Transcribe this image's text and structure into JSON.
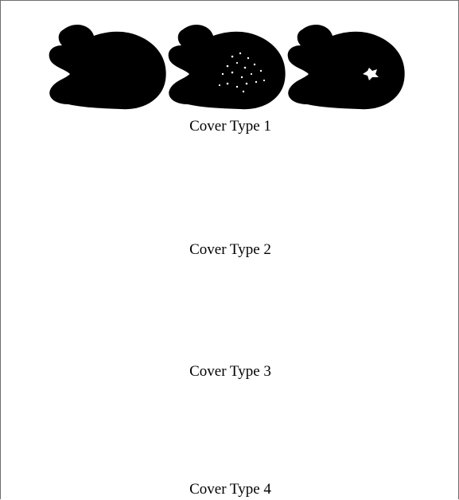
{
  "figure": {
    "rows": [
      {
        "caption": "Cover Type 1"
      },
      {
        "caption": "Cover Type 2"
      },
      {
        "caption": "Cover Type 3"
      },
      {
        "caption": "Cover Type 4"
      }
    ]
  }
}
